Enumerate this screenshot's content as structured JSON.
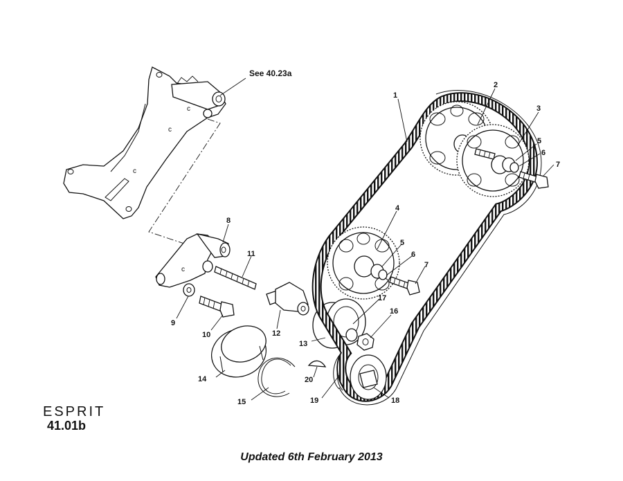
{
  "reference": "See 40.23a",
  "model": "ESPRIT",
  "page_code": "41.01b",
  "updated": "Updated 6th February 2013",
  "callouts": [
    "1",
    "2",
    "3",
    "4",
    "5",
    "6",
    "7",
    "8",
    "9",
    "10",
    "11",
    "12",
    "13",
    "14",
    "15",
    "16",
    "17",
    "18",
    "19",
    "20",
    "5",
    "6",
    "7"
  ]
}
